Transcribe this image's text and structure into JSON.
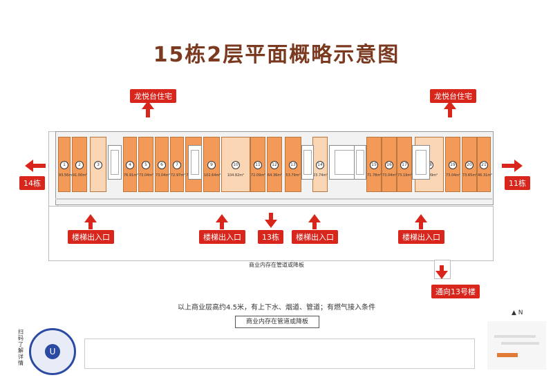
{
  "title": "15栋2层平面概略示意图",
  "labels": {
    "top_left": "龙悦台住宅",
    "top_right": "龙悦台住宅",
    "left": "14栋",
    "right": "11栋",
    "stair1": "楼梯出入口",
    "stair2": "楼梯出入口",
    "center": "13栋",
    "stair3": "楼梯出入口",
    "stair4": "楼梯出入口",
    "to13": "通向13号楼"
  },
  "plaza_text": "商业内存在管道或降板",
  "info_line": "以上商业层高约4.5米，有上下水、烟道、管道；有燃气接入条件",
  "info_box": "商业内存在管道或降板",
  "qr_text": "扫码了解详情",
  "north": "N",
  "units": [
    {
      "num": "1",
      "area": "93.56m²",
      "tone": "dark"
    },
    {
      "num": "2",
      "area": "91.00m²",
      "tone": "dark"
    },
    {
      "num": "3",
      "area": "",
      "tone": "light"
    },
    {
      "num": "4",
      "area": "76.91m²",
      "tone": "dark"
    },
    {
      "num": "5",
      "area": "73.04m²",
      "tone": "dark"
    },
    {
      "num": "6",
      "area": "73.04m²",
      "tone": "dark"
    },
    {
      "num": "7",
      "area": "72.97m²",
      "tone": "dark"
    },
    {
      "num": "8",
      "area": "73.04m²",
      "tone": "dark"
    },
    {
      "num": "9",
      "area": "102.64m²",
      "tone": "dark"
    },
    {
      "num": "10",
      "area": "104.82m²",
      "tone": "light"
    },
    {
      "num": "11",
      "area": "72.09m²",
      "tone": "dark"
    },
    {
      "num": "12",
      "area": "64.36m²",
      "tone": "dark"
    },
    {
      "num": "13",
      "area": "53.79m²",
      "tone": "dark"
    },
    {
      "num": "14",
      "area": "23.74m²",
      "tone": "light"
    },
    {
      "num": "15",
      "area": "71.78m²",
      "tone": "dark"
    },
    {
      "num": "16",
      "area": "73.04m²",
      "tone": "dark"
    },
    {
      "num": "17",
      "area": "73.19m²",
      "tone": "dark"
    },
    {
      "num": "18",
      "area": "105.09m²",
      "tone": "light"
    },
    {
      "num": "19",
      "area": "73.04m²",
      "tone": "dark"
    },
    {
      "num": "20",
      "area": "73.65m²",
      "tone": "dark"
    },
    {
      "num": "21",
      "area": "46.31m²",
      "tone": "dark"
    }
  ],
  "colors": {
    "accent": "#d9261c",
    "title": "#7b3a1f",
    "unit_dark": "#f39a58",
    "unit_light": "#fbd6b4"
  }
}
